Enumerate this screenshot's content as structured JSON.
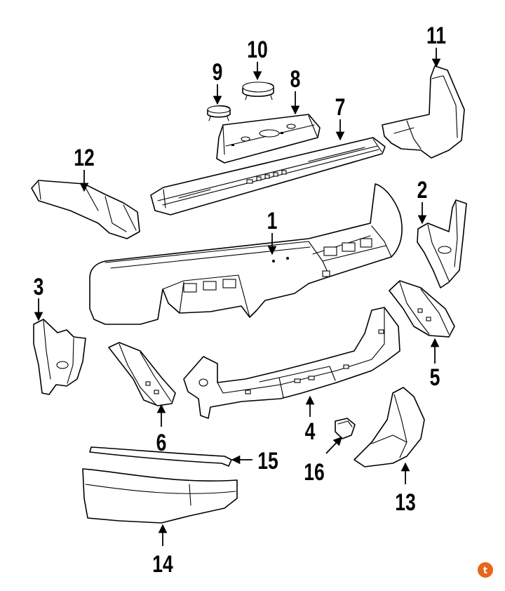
{
  "callouts": [
    {
      "label": "1"
    },
    {
      "label": "2"
    },
    {
      "label": "3"
    },
    {
      "label": "4"
    },
    {
      "label": "5"
    },
    {
      "label": "6"
    },
    {
      "label": "7"
    },
    {
      "label": "8"
    },
    {
      "label": "9"
    },
    {
      "label": "10"
    },
    {
      "label": "11"
    },
    {
      "label": "12"
    },
    {
      "label": "13"
    },
    {
      "label": "14"
    },
    {
      "label": "15"
    },
    {
      "label": "16"
    }
  ],
  "logo": {
    "icon": "orange-badge-icon",
    "glyph": "t",
    "color": "#e8661c"
  },
  "colors": {
    "line": "#000000",
    "background": "#ffffff"
  }
}
